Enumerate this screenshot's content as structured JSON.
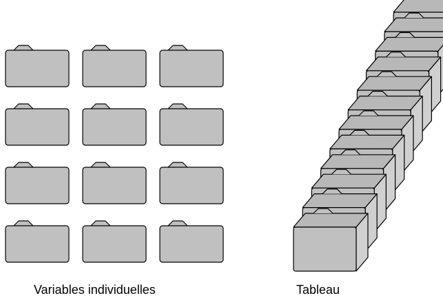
{
  "diagram": {
    "left_group": {
      "caption": "Variables individuelles",
      "grid": {
        "rows": 4,
        "columns": 3
      }
    },
    "right_group": {
      "caption": "Tableau",
      "stack_count": 12
    },
    "colors": {
      "box_fill": "#c0c0c0",
      "box_side": "#d0d0d0",
      "box_top": "#b8b8b8",
      "stroke": "#000000",
      "background": "#ffffff"
    },
    "icon_names": [
      "folder-icon"
    ]
  }
}
